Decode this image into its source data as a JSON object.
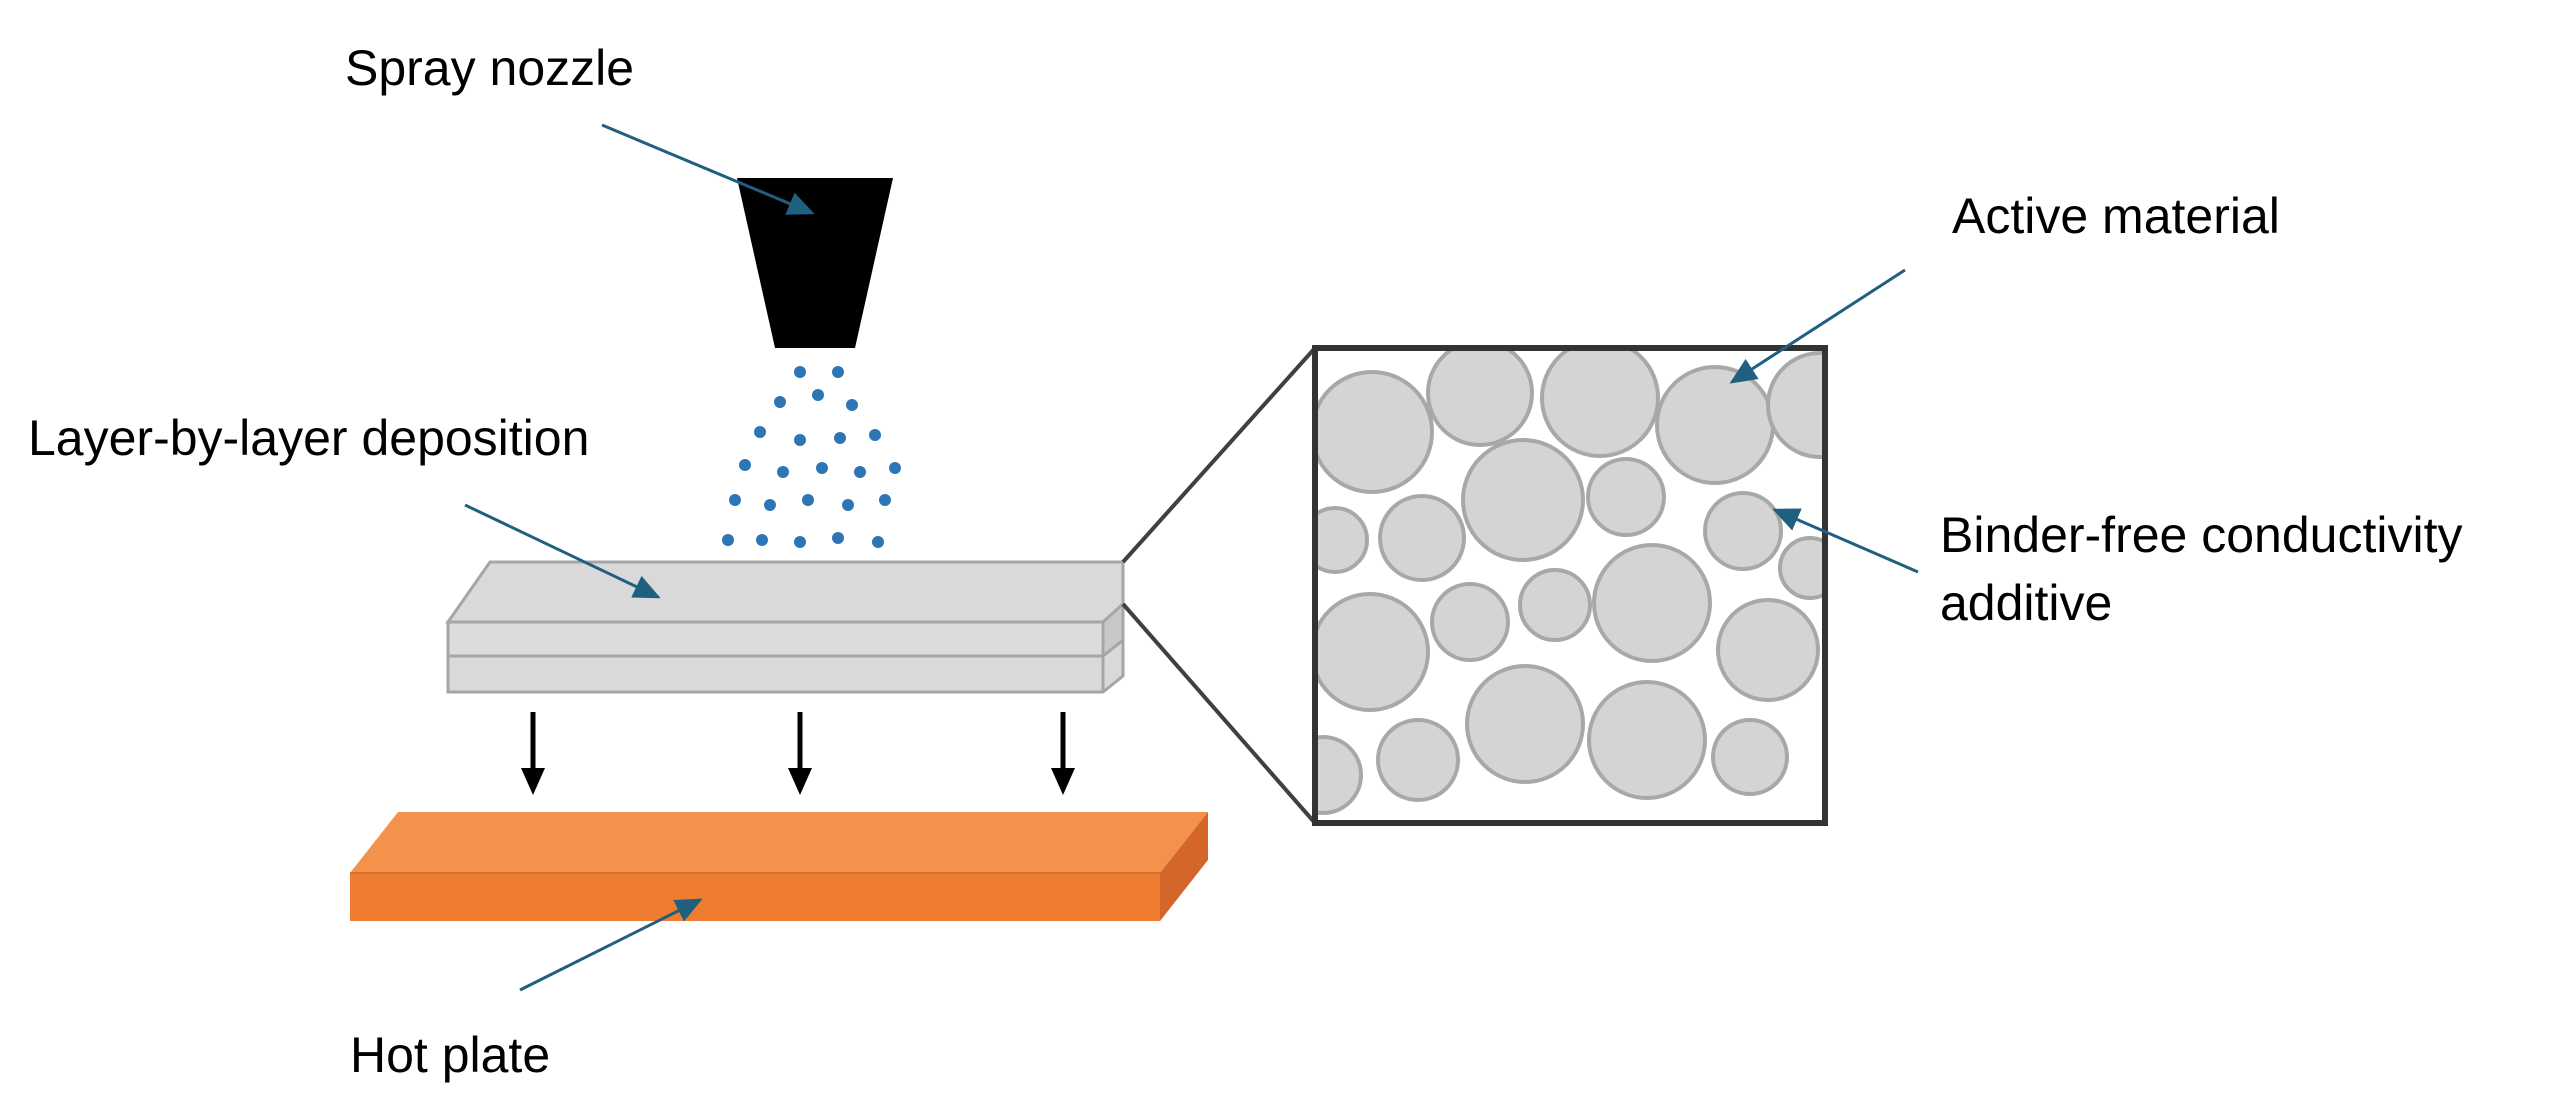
{
  "labels": {
    "spray_nozzle": "Spray nozzle",
    "layer_deposition": "Layer-by-layer deposition",
    "hot_plate": "Hot plate",
    "active_material": "Active material",
    "binder_line1": "Binder-free conductivity",
    "binder_line2": "additive"
  },
  "colors": {
    "nozzle": "#000000",
    "spray_dots": "#2e75b6",
    "layers": "#d9d9d9",
    "layer_edge": "#a6a6a6",
    "hot_plate_top": "#f4914a",
    "hot_plate_front": "#ee7d32",
    "hot_plate_side": "#d4662a",
    "pointer_lines": "#1f5f7f",
    "particles": "#d4d4d4",
    "particle_edge": "#a8a8a8"
  }
}
